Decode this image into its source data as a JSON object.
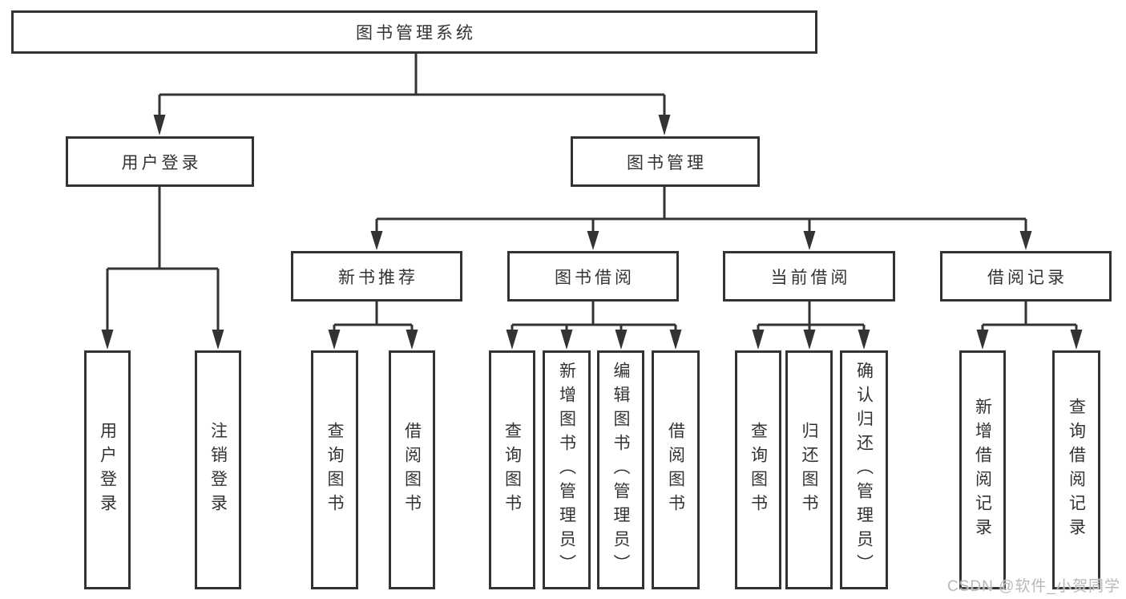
{
  "colors": {
    "line": "#333333",
    "node_border": "#333333",
    "text": "#333333",
    "watermark_text": "#b9b9b9",
    "background": "#ffffff"
  },
  "diagram": {
    "root": {
      "label": "图书管理系统"
    },
    "level2": [
      {
        "label": "用户登录"
      },
      {
        "label": "图书管理"
      }
    ],
    "level3": [
      {
        "label": "新书推荐"
      },
      {
        "label": "图书借阅"
      },
      {
        "label": "当前借阅"
      },
      {
        "label": "借阅记录"
      }
    ],
    "level4": {
      "user_login_children": [
        {
          "label": "用户登录"
        },
        {
          "label": "注销登录"
        }
      ],
      "new_book_children": [
        {
          "label": "查询图书"
        },
        {
          "label": "借阅图书"
        }
      ],
      "book_borrow_children": [
        {
          "label": "查询图书"
        },
        {
          "label": "新增图书（管理员）"
        },
        {
          "label": "编辑图书（管理员）"
        },
        {
          "label": "借阅图书"
        }
      ],
      "current_borrow_children": [
        {
          "label": "查询图书"
        },
        {
          "label": "归还图书"
        },
        {
          "label": "确认归还（管理员）"
        }
      ],
      "borrow_record_children": [
        {
          "label": "新增借阅记录"
        },
        {
          "label": "查询借阅记录"
        }
      ]
    }
  },
  "watermark": {
    "text": "CSDN @软件_小贺同学"
  }
}
